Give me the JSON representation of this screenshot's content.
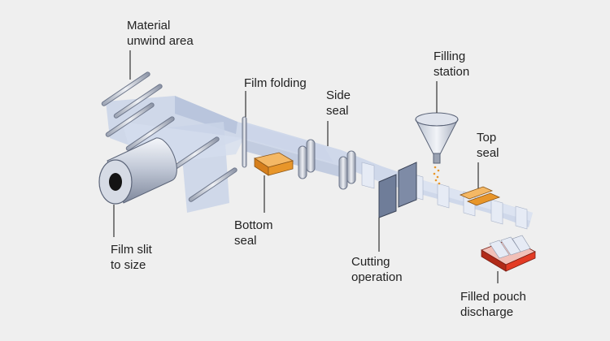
{
  "labels": {
    "material_unwind": [
      "Material",
      "unwind area"
    ],
    "film_folding": [
      "Film folding"
    ],
    "side_seal": [
      "Side",
      "seal"
    ],
    "filling_station": [
      "Filling",
      "station"
    ],
    "top_seal": [
      "Top",
      "seal"
    ],
    "film_slit": [
      "Film slit",
      "to size"
    ],
    "bottom_seal": [
      "Bottom",
      "seal"
    ],
    "cutting_operation": [
      "Cutting",
      "operation"
    ],
    "filled_pouch": [
      "Filled pouch",
      "discharge"
    ]
  },
  "colors": {
    "background": "#efefef",
    "film": "#c9d4e8",
    "bottom_seal": "#e8962a",
    "top_seal": "#e8962a",
    "discharge_tray": "#e33b24",
    "cutter": "#6f7d99",
    "leader_line": "#333333"
  }
}
